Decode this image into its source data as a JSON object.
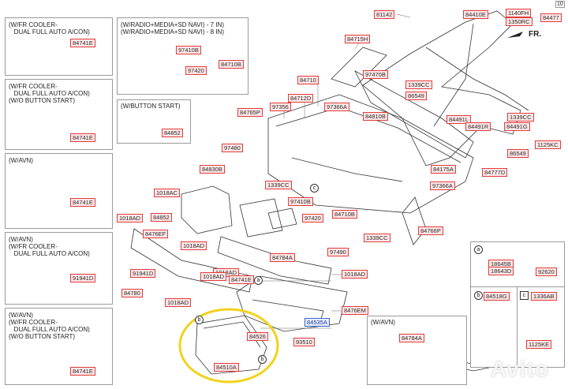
{
  "colors": {
    "label_border": "#e23a3a",
    "label_fill": "#fde8e8",
    "blue_label": "#3a63c9",
    "highlight": "#f2d21c"
  },
  "variant_boxes": [
    {
      "text": "(W/FR COOLER-\n   DUAL FULL AUTO A/CON)",
      "part": "84741E"
    },
    {
      "text": "(W/FR COOLER-\n   DUAL FULL AUTO A/CON)\n(W/O BUTTON START)",
      "part": "84741E"
    },
    {
      "text": "(W/AVN)",
      "part": "84741E"
    },
    {
      "text": "(W/AVN)\n(W/FR COOLER-\n   DUAL FULL AUTO A/CON)",
      "part": "91941D"
    },
    {
      "text": "(W/AVN)\n(W/FR COOLER-\n   DUAL FULL AUTO A/CON)\n(W/O BUTTON START)",
      "part": "84741E"
    }
  ],
  "radio_box": {
    "text": "(W/RADIO+MEDIA+SD NAVI) - 7 IN)\n(W/RADIO+MEDIA+SD NAVI) - 8 IN)",
    "parts": [
      "97410B",
      "97420",
      "84710B"
    ]
  },
  "button_box": {
    "text": "(W/BUTTON START)",
    "part": "84852"
  },
  "avn_box": {
    "text": "(W/AVN)",
    "part": "84784A"
  },
  "legend_box": {
    "a_parts": [
      "18645B",
      "18643D"
    ],
    "a_side": "92620",
    "b_part": "84518G",
    "c_part": "1336AB",
    "c_side": "1125KE"
  },
  "fr_label": "FR.",
  "page_badge": "10",
  "callouts": [
    {
      "t": "81142"
    },
    {
      "t": "84410E"
    },
    {
      "t": "1140FH"
    },
    {
      "t": "1350RC"
    },
    {
      "t": "84477"
    },
    {
      "t": "84715H"
    },
    {
      "t": "97470B"
    },
    {
      "t": "84710"
    },
    {
      "t": "1339CC"
    },
    {
      "t": "86549"
    },
    {
      "t": "97356"
    },
    {
      "t": "84712D"
    },
    {
      "t": "97366A"
    },
    {
      "t": "84765P"
    },
    {
      "t": "84810B"
    },
    {
      "t": "84491L"
    },
    {
      "t": "1339CC"
    },
    {
      "t": "84491R"
    },
    {
      "t": "84491G"
    },
    {
      "t": "1125KC"
    },
    {
      "t": "86549"
    },
    {
      "t": "97480"
    },
    {
      "t": "84830B"
    },
    {
      "t": "1339CC"
    },
    {
      "t": "84175A"
    },
    {
      "t": "84777D"
    },
    {
      "t": "97366A"
    },
    {
      "t": "1018AC"
    },
    {
      "t": "97410B"
    },
    {
      "t": "97420"
    },
    {
      "t": "84710B"
    },
    {
      "t": "84852"
    },
    {
      "t": "1018AD"
    },
    {
      "t": "8476EF"
    },
    {
      "t": "1018AD"
    },
    {
      "t": "1339CC"
    },
    {
      "t": "84766P"
    },
    {
      "t": "1018AD"
    },
    {
      "t": "84784A"
    },
    {
      "t": "97490"
    },
    {
      "t": "91941D"
    },
    {
      "t": "1018AD"
    },
    {
      "t": "84741E"
    },
    {
      "t": "1018AD"
    },
    {
      "t": "84780"
    },
    {
      "t": "1018AD"
    },
    {
      "t": "8476EM"
    },
    {
      "t": "84535A"
    },
    {
      "t": "84526"
    },
    {
      "t": "93510"
    },
    {
      "t": "84510A"
    }
  ],
  "letters": {
    "a": "a",
    "b": "b",
    "c": "c"
  },
  "watermark": "Avito"
}
